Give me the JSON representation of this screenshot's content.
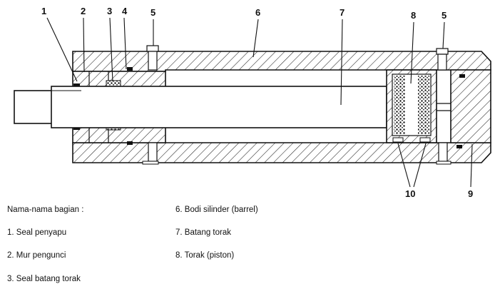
{
  "callouts": [
    "1",
    "2",
    "3",
    "4",
    "5",
    "6",
    "7",
    "8",
    "5",
    "10",
    "9"
  ],
  "legend": {
    "heading": "Nama-nama bagian :",
    "left": [
      "1. Seal penyapu",
      "2. Mur pengunci",
      "3. Seal batang torak"
    ],
    "right": [
      "6. Bodi silinder (barrel)",
      "7. Batang torak",
      "8. Torak (piston)"
    ]
  }
}
